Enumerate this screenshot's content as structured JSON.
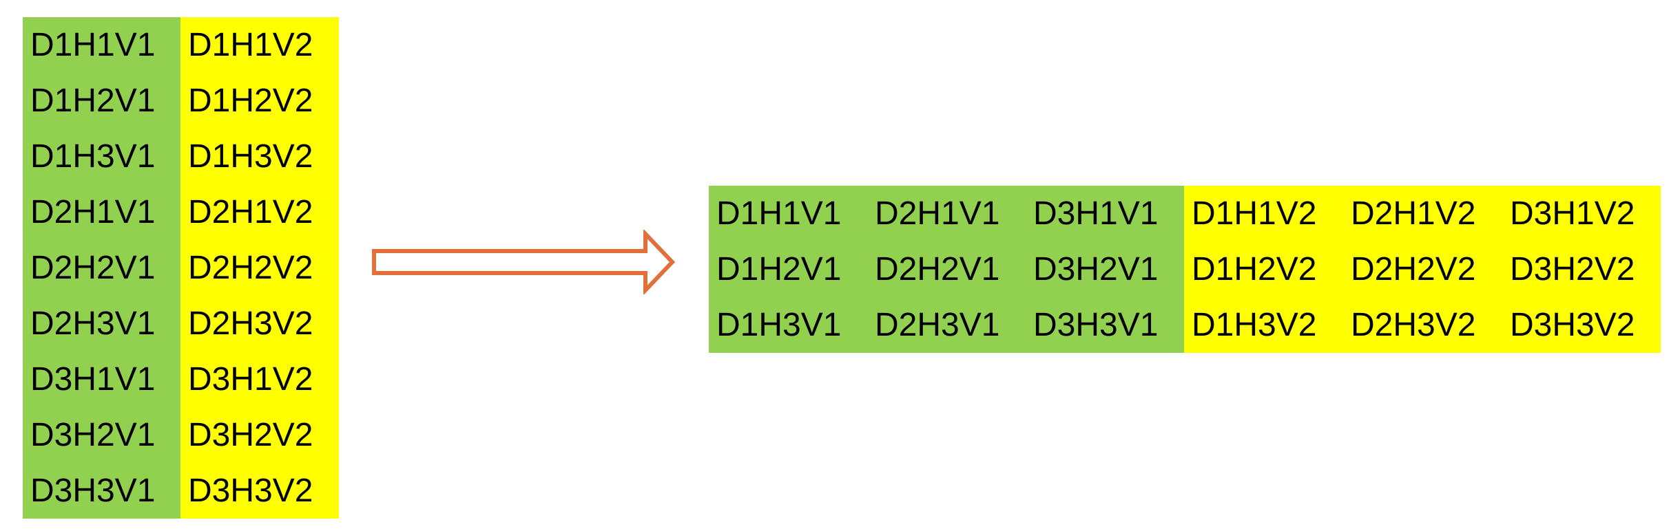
{
  "colors": {
    "v1_column_fill": "#92d050",
    "v2_column_fill": "#ffff00",
    "arrow_stroke": "#e2703a"
  },
  "arrow_icon": "right-arrow-outline",
  "source_table": {
    "rows": [
      [
        "D1H1V1",
        "D1H1V2"
      ],
      [
        "D1H2V1",
        "D1H2V2"
      ],
      [
        "D1H3V1",
        "D1H3V2"
      ],
      [
        "D2H1V1",
        "D2H1V2"
      ],
      [
        "D2H2V1",
        "D2H2V2"
      ],
      [
        "D2H3V1",
        "D2H3V2"
      ],
      [
        "D3H1V1",
        "D3H1V2"
      ],
      [
        "D3H2V1",
        "D3H2V2"
      ],
      [
        "D3H3V1",
        "D3H3V2"
      ]
    ]
  },
  "target_table": {
    "rows": [
      [
        "D1H1V1",
        "D2H1V1",
        "D3H1V1",
        "D1H1V2",
        "D2H1V2",
        "D3H1V2"
      ],
      [
        "D1H2V1",
        "D2H2V1",
        "D3H2V1",
        "D1H2V2",
        "D2H2V2",
        "D3H2V2"
      ],
      [
        "D1H3V1",
        "D2H3V1",
        "D3H3V1",
        "D1H3V2",
        "D2H3V2",
        "D3H3V2"
      ]
    ]
  }
}
